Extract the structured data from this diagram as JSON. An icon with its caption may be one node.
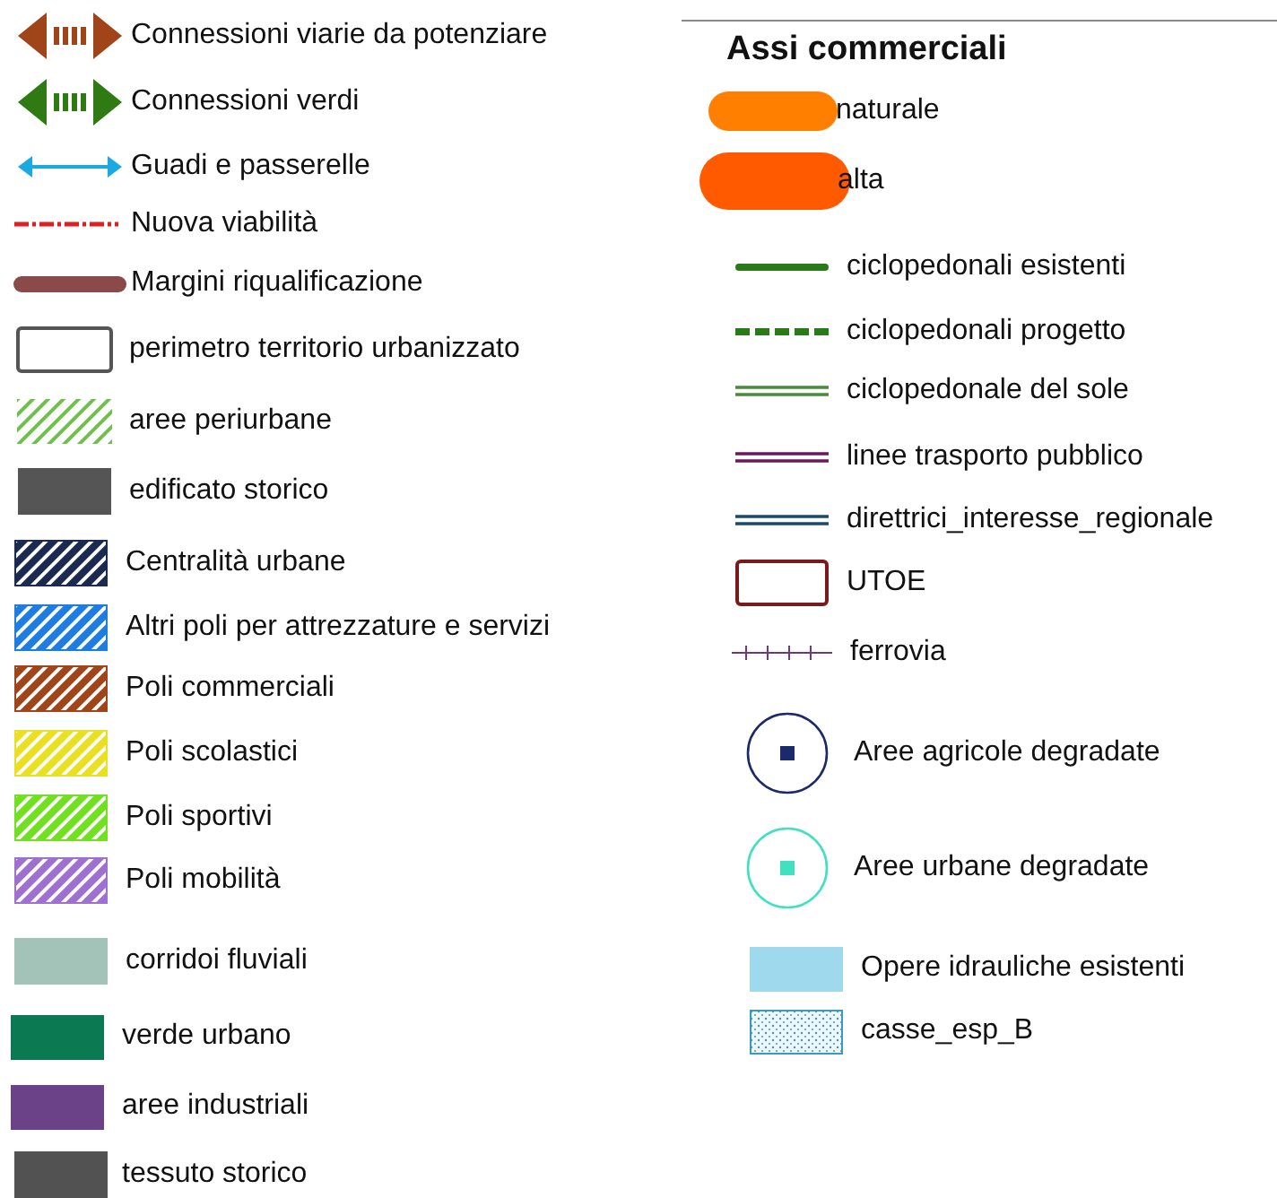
{
  "diagram": {
    "labels": [
      "Assi commerciali"
    ],
    "legend": [
      {
        "text": "Connessioni viarie da potenziare"
      },
      {
        "text": "Connessioni verdi"
      },
      {
        "text": "Guadi e passerelle"
      },
      {
        "text": "Nuova viabilità"
      },
      {
        "text": "Margini riqualificazione"
      },
      {
        "text": "perimetro territorio urbanizzato"
      },
      {
        "text": "aree periurbane"
      },
      {
        "text": "edificato storico",
        "color": "#555555"
      },
      {
        "text": "Centralità urbane"
      },
      {
        "text": "Altri poli per attrezzature e servizi"
      },
      {
        "text": "Poli commerciali"
      },
      {
        "text": "Poli scolastici"
      },
      {
        "text": "Poli sportivi"
      },
      {
        "text": "Poli mobilità"
      },
      {
        "text": "corridoi fluviali",
        "color": "#a3c2b8"
      },
      {
        "text": "verde urbano",
        "color": "#0b7a52"
      },
      {
        "text": "aree industriali",
        "color": "#6b4288"
      },
      {
        "text": "tessuto storico",
        "color": "#525252"
      },
      {
        "text": "naturale",
        "color": "#ff8000"
      },
      {
        "text": "alta",
        "color": "#ff5a00"
      },
      {
        "text": "ciclopedonali esistenti"
      },
      {
        "text": "ciclopedonali progetto"
      },
      {
        "text": "ciclopedonale del sole"
      },
      {
        "text": "linee trasporto pubblico"
      },
      {
        "text": "direttrici_interesse_regionale"
      },
      {
        "text": "UTOE"
      },
      {
        "text": "ferrovia"
      },
      {
        "text": "Aree agricole degradate"
      },
      {
        "text": "Aree urbane degradate"
      },
      {
        "text": "Opere idrauliche esistenti",
        "color": "#9fd9ee"
      },
      {
        "text": "casse_esp_B"
      }
    ]
  }
}
